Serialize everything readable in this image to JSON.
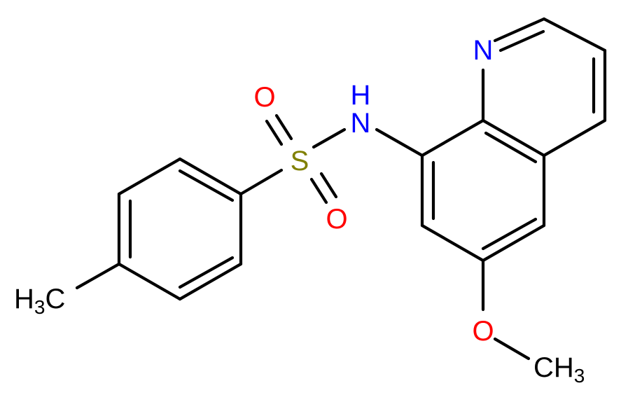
{
  "molecule": {
    "atoms": {
      "N1": {
        "text": "N",
        "color": "#0000ff"
      },
      "NH": {
        "text": "N",
        "sub_text": "H",
        "color": "#0000ff"
      },
      "S": {
        "text": "S",
        "color": "#808000"
      },
      "O1": {
        "text": "O",
        "color": "#ff0000"
      },
      "O2": {
        "text": "O",
        "color": "#ff0000"
      },
      "O3": {
        "text": "O",
        "color": "#ff0000"
      },
      "CH3a": {
        "text": "H",
        "sub": "3",
        "tail": "C",
        "color": "#000000"
      },
      "CH3b": {
        "text": "CH",
        "sub": "3",
        "color": "#000000"
      }
    }
  }
}
